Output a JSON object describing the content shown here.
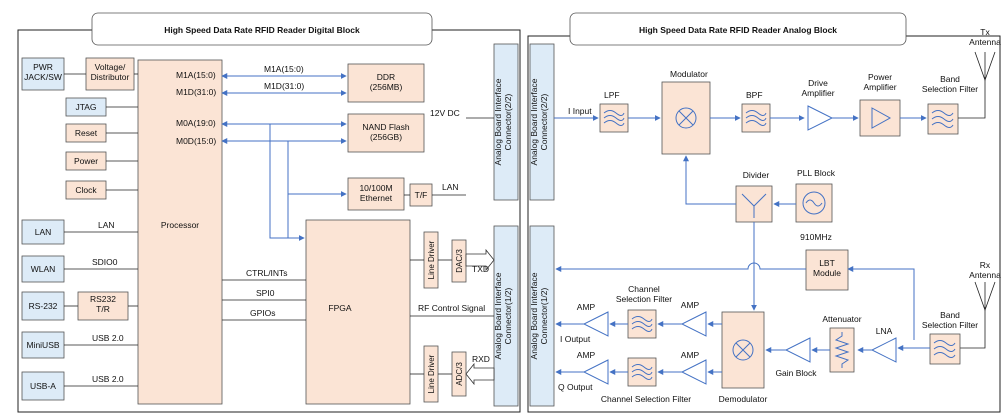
{
  "digital": {
    "title": "High Speed Data Rate RFID Reader Digital Block",
    "pwr": "PWR\nJACK/SW",
    "voltage": "Voltage/\nDistributor",
    "jtag": "JTAG",
    "reset": "Reset",
    "power": "Power",
    "clock": "Clock",
    "lan": "LAN",
    "wlan": "WLAN",
    "rs232": "RS-232",
    "miniusb": "MiniUSB",
    "usba": "USB-A",
    "processor": "Processor",
    "rs232tr": "RS232\nT/R",
    "ddr": "DDR\n(256MB)",
    "nand": "NAND Flash\n(256GB)",
    "ethernet": "10/100M\nEthernet",
    "tf": "T/F",
    "fpga": "FPGA",
    "line_driver": "Line Driver",
    "dac": "DAC/3",
    "adc": "ADC/3",
    "connector_top": "Analog Board Interface\nConnector(2/2)",
    "connector_bottom": "Analog Board Interface\nConnector(1/2)",
    "labels": {
      "m1a_p": "M1A(15:0)",
      "m1d_p": "M1D(31:0)",
      "m0a_p": "M0A(19:0)",
      "m0d_p": "M0D(15:0)",
      "m1a": "M1A(15:0)",
      "m1d": "M1D(31:0)",
      "v12": "12V DC",
      "lan_out": "LAN",
      "lan_in": "LAN",
      "sdio": "SDIO0",
      "ctrl": "CTRL/INTs",
      "spi": "SPI0",
      "gpio": "GPIOs",
      "usb20a": "USB 2.0",
      "usb20b": "USB 2.0",
      "txd": "TXD",
      "rxd": "RXD",
      "rfctrl": "RF Control Signal"
    }
  },
  "analog": {
    "title": "High Speed Data Rate RFID Reader Analog Block",
    "connector_top": "Analog Board Interface\nConnector(2/2)",
    "connector_bottom": "Analog Board Interface\nConnector(1/2)",
    "i_input": "I Input",
    "lpf": "LPF",
    "modulator": "Modulator",
    "bpf": "BPF",
    "drive_amp": "Drive\nAmplifier",
    "power_amp": "Power\nAmplifier",
    "band_filter_tx": "Band\nSelection Filter",
    "tx_antenna": "Tx\nAntenna",
    "divider": "Divider",
    "pll": "PLL Block",
    "freq": "910MHz",
    "lbt": "LBT\nModule",
    "rx_antenna": "Rx\nAntenna",
    "band_filter_rx": "Band\nSelection Filter",
    "lna": "LNA",
    "attenuator": "Attenuator",
    "gain_block": "Gain Block",
    "demodulator": "Demodulator",
    "amp_a": "AMP",
    "amp_b": "AMP",
    "amp_c": "AMP",
    "amp_d": "AMP",
    "csf_top": "Channel\nSelection Filter",
    "csf_bottom": "Channel Selection Filter",
    "i_output": "I Output",
    "q_output": "Q Output"
  },
  "colors": {
    "block": "#fbe4d5",
    "interface": "#ddebf7",
    "signal": "#4472c4"
  }
}
